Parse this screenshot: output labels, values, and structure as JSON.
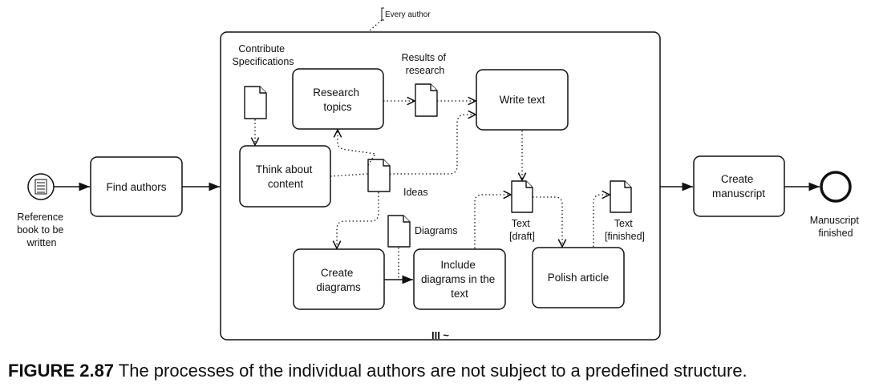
{
  "tasks": {
    "find_authors": "Find authors",
    "research_topics": [
      "Research",
      "topics"
    ],
    "write_text": "Write text",
    "think_about_content": [
      "Think about",
      "content"
    ],
    "create_diagrams": [
      "Create",
      "diagrams"
    ],
    "include_diagrams": [
      "Include",
      "diagrams in the",
      "text"
    ],
    "polish_article": "Polish article",
    "create_manuscript": [
      "Create",
      "manuscript"
    ]
  },
  "data_objects": {
    "contribute_specifications": [
      "Contribute",
      "Specifications"
    ],
    "results_of_research": [
      "Results of",
      "research"
    ],
    "ideas": "Ideas",
    "diagrams": "Diagrams",
    "text_draft": [
      "Text",
      "[draft]"
    ],
    "text_finished": [
      "Text",
      "[finished]"
    ]
  },
  "events": {
    "start": [
      "Reference",
      "book to be",
      "written"
    ],
    "end": [
      "Manuscript",
      "finished"
    ]
  },
  "annotation": "Every author",
  "subprocess_markers": "III ~",
  "caption": {
    "figure": "FIGURE 2.87",
    "text": "The processes of the individual authors are not subject to a predefined structure."
  }
}
